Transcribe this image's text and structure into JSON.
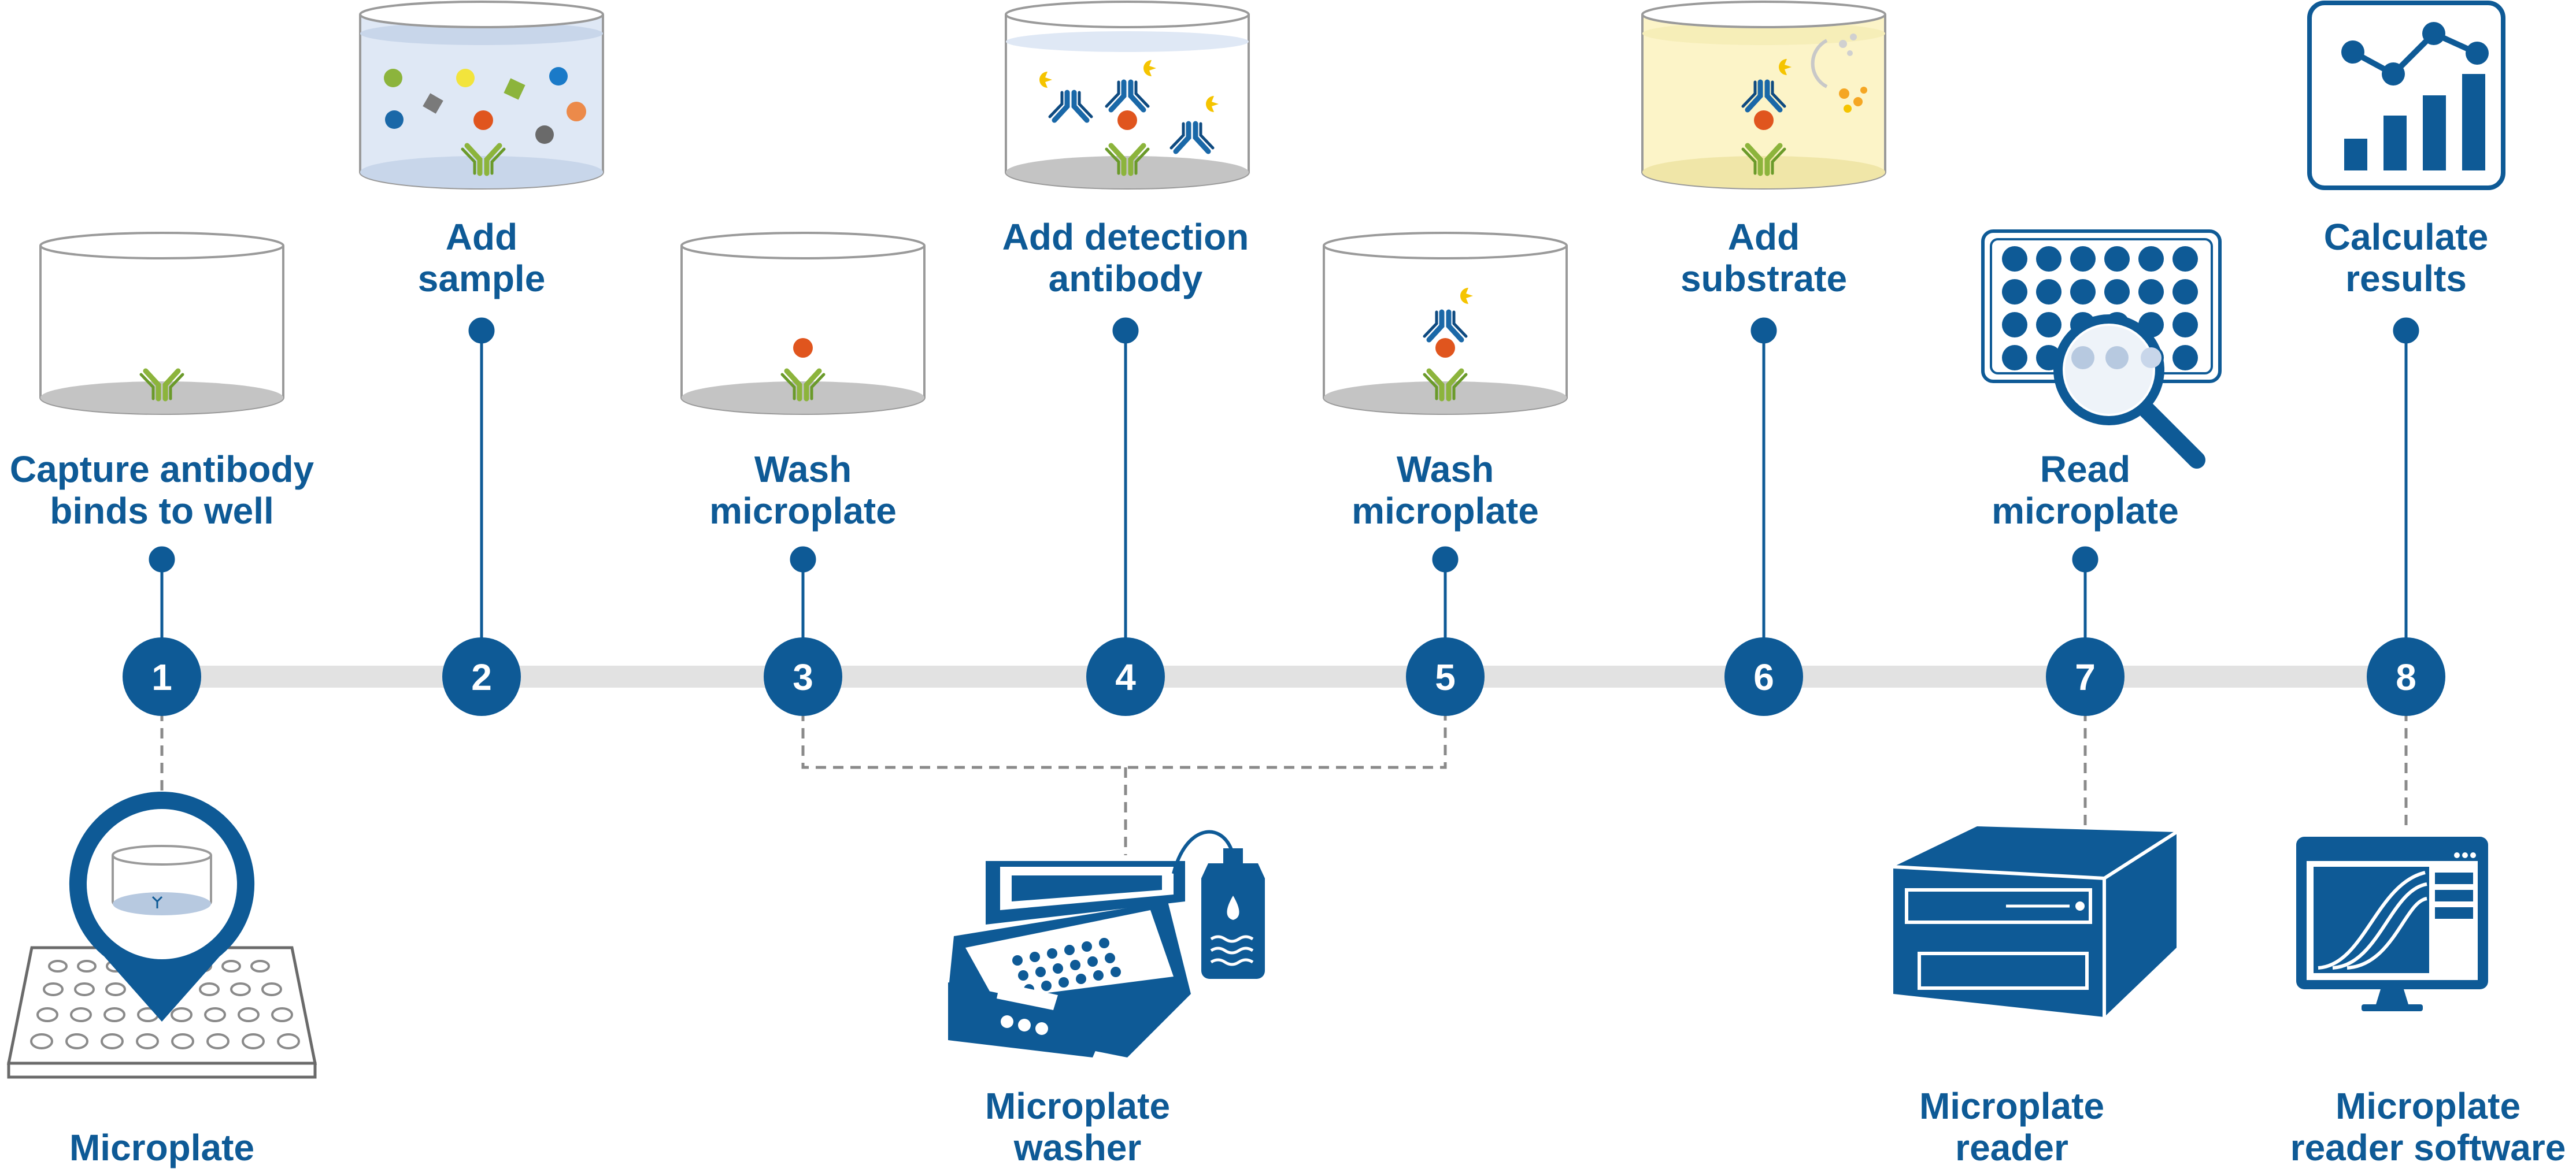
{
  "colors": {
    "primary": "#0e5a96",
    "timeline": "#e2e2e2",
    "antibody_capture": "#8cb43c",
    "antibody_detection": "#1a68a8",
    "antigen": "#e0551e",
    "enzyme": "#f5c400",
    "well_fill_sample": "#dfe8f5",
    "well_fill_substrate": "#fcf4c8"
  },
  "steps": [
    {
      "number": "1",
      "label": [
        "Capture antibody",
        "binds to well"
      ]
    },
    {
      "number": "2",
      "label": [
        "Add",
        "sample"
      ]
    },
    {
      "number": "3",
      "label": [
        "Wash",
        "microplate"
      ]
    },
    {
      "number": "4",
      "label": [
        "Add detection",
        "antibody"
      ]
    },
    {
      "number": "5",
      "label": [
        "Wash",
        "microplate"
      ]
    },
    {
      "number": "6",
      "label": [
        "Add",
        "substrate"
      ]
    },
    {
      "number": "7",
      "label": [
        "Read",
        "microplate"
      ]
    },
    {
      "number": "8",
      "label": [
        "Calculate",
        "results"
      ]
    }
  ],
  "instruments": [
    {
      "name": "microplate",
      "label": [
        "Microplate"
      ]
    },
    {
      "name": "microplate-washer",
      "label": [
        "Microplate",
        "washer"
      ]
    },
    {
      "name": "microplate-reader",
      "label": [
        "Microplate",
        "reader"
      ]
    },
    {
      "name": "microplate-reader-software",
      "label": [
        "Microplate",
        "reader software"
      ]
    }
  ],
  "icons": [
    "capture-antibody-well-icon",
    "sample-well-icon",
    "wash-well-icon",
    "detection-antibody-well-icon",
    "substrate-well-icon",
    "plate-magnifier-icon",
    "results-chart-icon",
    "microplate-icon",
    "washer-icon",
    "reader-icon",
    "software-monitor-icon"
  ]
}
